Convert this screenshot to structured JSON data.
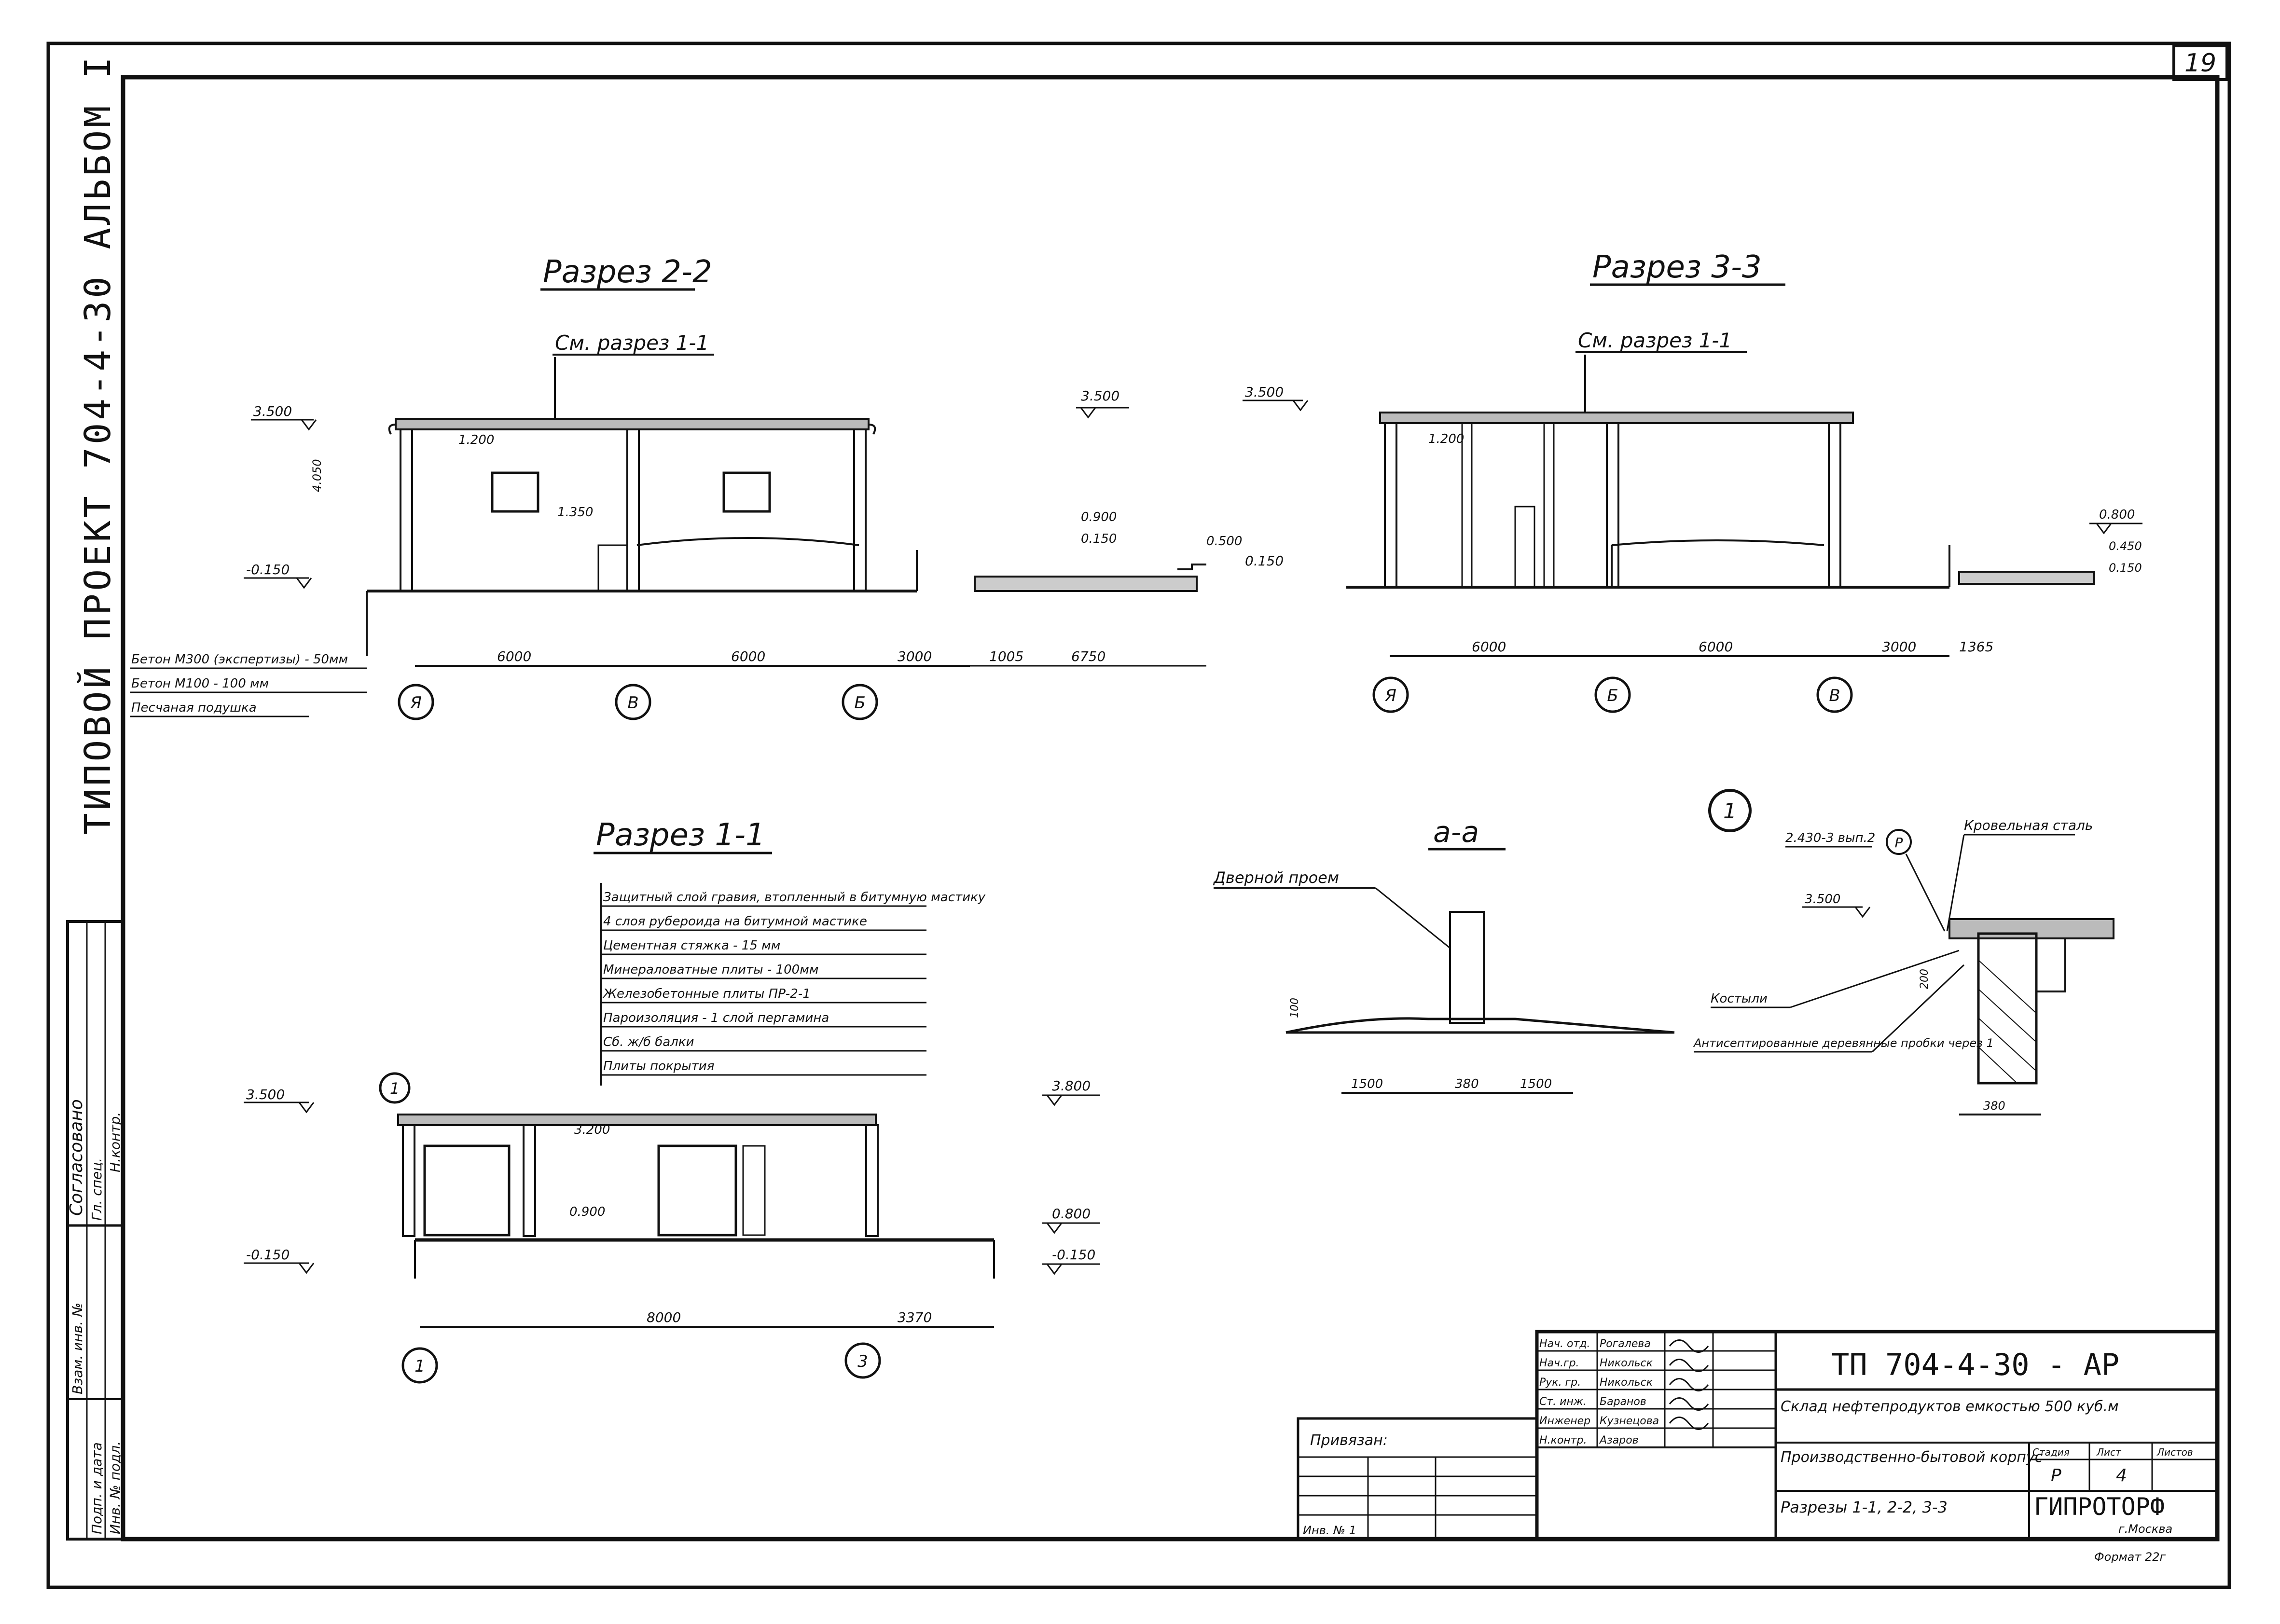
{
  "page_number": "19",
  "side_title": "ТИПОВОЙ ПРОЕКТ 704-4-30 АЛЬБОМ I",
  "section_2_2": {
    "title": "Разрез 2-2",
    "ref": "См. разрез 1-1",
    "levels": [
      "3.500",
      "-0.150",
      "1.200",
      "1.350",
      "3.500",
      "0.900",
      "0.150",
      "0.500",
      "4.050"
    ],
    "dims": [
      "6000",
      "6000",
      "3000",
      "1005",
      "6750"
    ],
    "axes": [
      "Я",
      "В",
      "Б"
    ],
    "legend": [
      "Бетон М300 (экспертизы) - 50мм",
      "Бетон М100 - 100 мм",
      "Песчаная подушка"
    ]
  },
  "section_3_3": {
    "title": "Разрез 3-3",
    "ref": "См. разрез 1-1",
    "levels": [
      "3.500",
      "0.150",
      "1.200",
      "0.800",
      "0.450",
      "0.150"
    ],
    "dims": [
      "6000",
      "6000",
      "3000",
      "1365"
    ],
    "axes": [
      "Я",
      "Б",
      "В"
    ]
  },
  "section_1_1": {
    "title": "Разрез 1-1",
    "levels": [
      "3.500",
      "-0.150",
      "3.200",
      "0.900",
      "3.800",
      "0.800",
      "-0.150"
    ],
    "dims": [
      "8000",
      "3370"
    ],
    "axes": [
      "1",
      "3"
    ],
    "roof_layers": [
      "Защитный слой гравия, втопленный в битумную мастику",
      "4 слоя рубероида на битумной мастике",
      "Цементная стяжка - 15 мм",
      "Минераловатные плиты - 100мм",
      "Железобетонные плиты ПР-2-1",
      "Пароизоляция - 1 слой пергамина",
      "Сб. ж/б балки",
      "Плиты покрытия"
    ]
  },
  "section_a_a": {
    "title": "а-а",
    "callout": "Дверной проем",
    "dims": [
      "1500",
      "380",
      "1500"
    ],
    "level": "100"
  },
  "detail_1": {
    "number": "1",
    "ref": "2.430-3 вып.2",
    "marker": "Р",
    "labels": [
      "Кровельная сталь",
      "Костыли",
      "Антисептированные деревянные пробки через 1"
    ],
    "level": "3.500",
    "dims": [
      "380",
      "200"
    ]
  },
  "approvals": {
    "title": "Согласовано",
    "rows": [
      "Гл. спец.",
      "Н.контр.",
      "Взам. инв. №",
      "Подп. и дата",
      "Инв. № подл."
    ]
  },
  "title_block": {
    "code": "ТП 704-4-30 - АР",
    "project": "Склад нефтепродуктов емкостью 500 куб.м",
    "building": "Производственно-бытовой корпус",
    "sheet_title": "Разрезы 1-1, 2-2, 3-3",
    "stage_hdr": "Стадия",
    "sheet_hdr": "Лист",
    "sheets_hdr": "Листов",
    "stage": "Р",
    "sheet": "4",
    "org": "ГИПРОТОРФ",
    "city": "г.Москва",
    "format": "Формат 22г",
    "signatures": [
      [
        "Нач. отд.",
        "Рогалева"
      ],
      [
        "Нач.гр.",
        "Никольск"
      ],
      [
        "Рук. гр.",
        "Никольск"
      ],
      [
        "Ст. инж.",
        "Баранов"
      ],
      [
        "Инженер",
        "Кузнецова"
      ],
      [
        "Н.контр.",
        "Азаров"
      ]
    ],
    "checked": "Привязан:",
    "inv": "Инв. № 1"
  }
}
